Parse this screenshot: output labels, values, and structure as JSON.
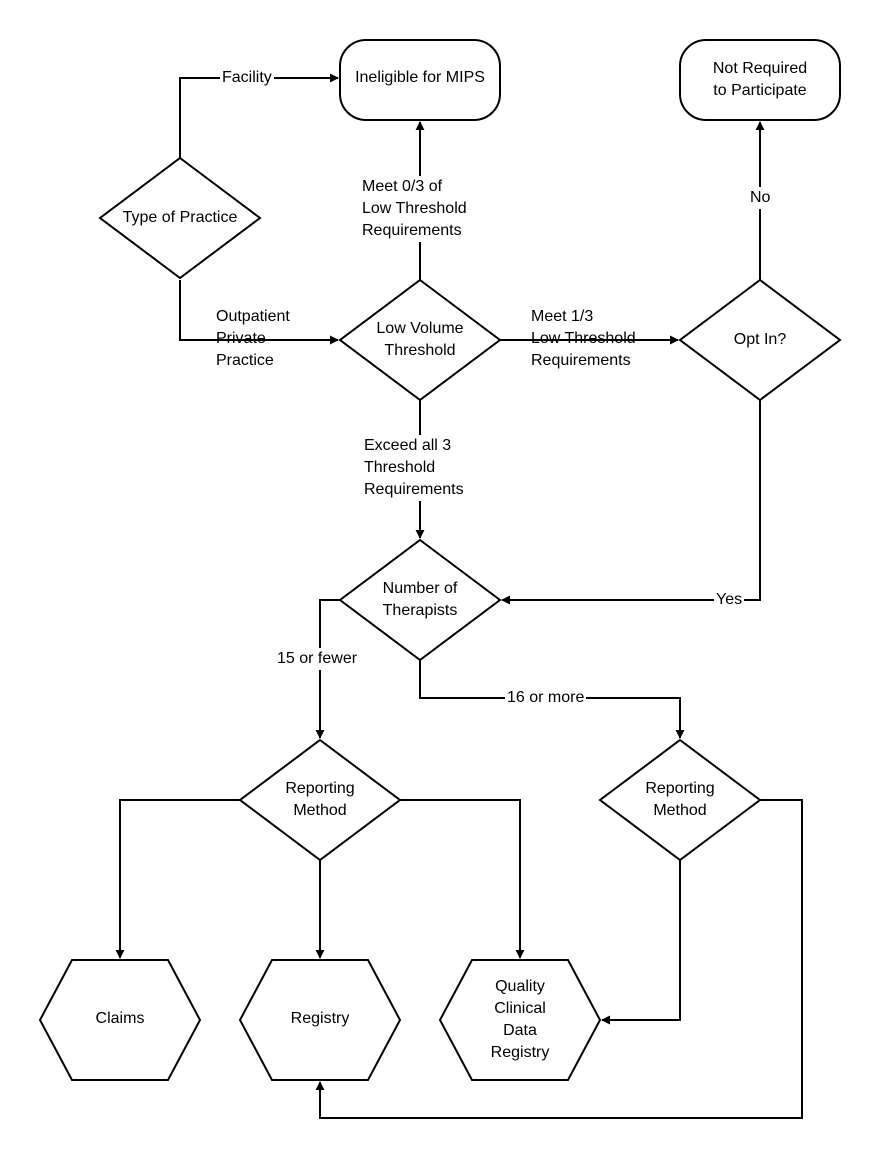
{
  "nodes": {
    "type_of_practice": "Type of Practice",
    "ineligible": "Ineligible for MIPS",
    "not_required": "Not Required\nto Participate",
    "low_volume": "Low Volume\nThreshold",
    "opt_in": "Opt In?",
    "number_of_therapists": "Number of\nTherapists",
    "reporting_method_small": "Reporting\nMethod",
    "reporting_method_large": "Reporting\nMethod",
    "claims": "Claims",
    "registry": "Registry",
    "qcdr": "Quality\nClinical\nData\nRegistry"
  },
  "edges": {
    "facility": "Facility",
    "outpatient": "Outpatient\nPrivate\nPractice",
    "meet_0_3": "Meet 0/3 of\nLow Threshold\nRequirements",
    "meet_1_3": "Meet 1/3\nLow Threshold\nRequirements",
    "no": "No",
    "yes": "Yes",
    "exceed_all_3": "Exceed all 3\nThreshold\nRequirements",
    "fifteen_or_fewer": "15 or fewer",
    "sixteen_or_more": "16 or more"
  }
}
